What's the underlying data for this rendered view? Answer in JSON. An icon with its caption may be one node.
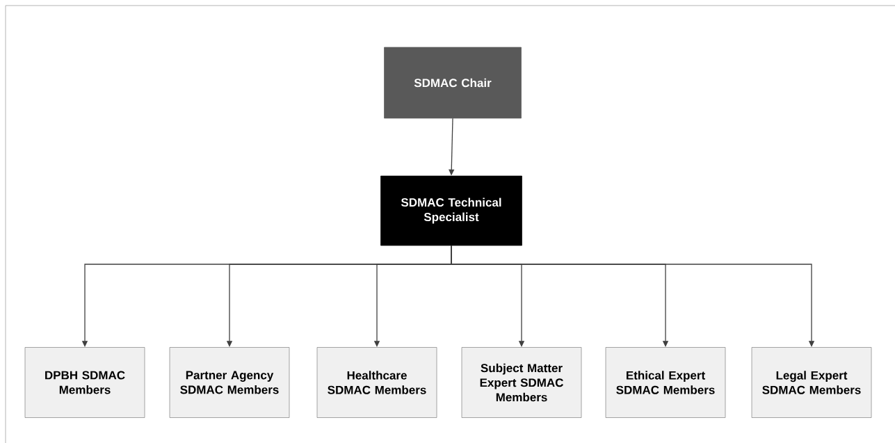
{
  "diagram": {
    "nodes": [
      {
        "text": [
          "SDMAC Chair"
        ]
      },
      {
        "text": [
          "SDMAC Technical Specialist"
        ]
      },
      {
        "text": [
          "DPBH SDMAC Members"
        ]
      },
      {
        "text": [
          "Partner Agency SDMAC Members"
        ]
      },
      {
        "text": [
          "Healthcare SDMAC Members"
        ]
      },
      {
        "text": [
          "Subject Matter Expert SDMAC Members"
        ]
      },
      {
        "text": [
          "Ethical Expert SDMAC Members"
        ]
      },
      {
        "text": [
          "Legal Expert SDMAC Members"
        ]
      }
    ],
    "edges": [
      {
        "from": 0,
        "to": 1,
        "arrow": "to"
      },
      {
        "from": 1,
        "to": 2,
        "arrow": "to"
      },
      {
        "from": 1,
        "to": 3,
        "arrow": "to"
      },
      {
        "from": 1,
        "to": 4,
        "arrow": "to"
      },
      {
        "from": 1,
        "to": 5,
        "arrow": "to"
      },
      {
        "from": 1,
        "to": 6,
        "arrow": "to"
      },
      {
        "from": 1,
        "to": 7,
        "arrow": "to"
      }
    ]
  }
}
